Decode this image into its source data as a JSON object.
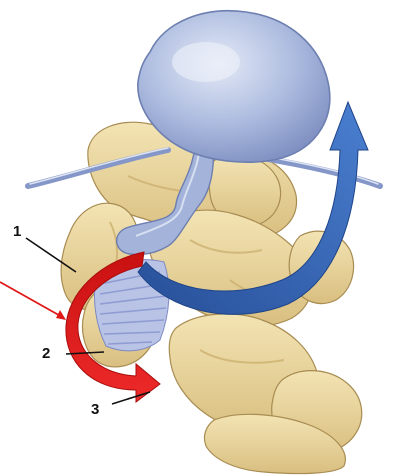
{
  "labels": {
    "one": "1",
    "two": "2",
    "three": "3"
  },
  "colors": {
    "bone_fill": "#ecd9a0",
    "bone_shadow": "#c9ac6a",
    "bone_outline": "#a88c52",
    "cyst_fill": "#aebde0",
    "cyst_highlight": "#dde4f3",
    "cyst_outline": "#6d7fb0",
    "ligament_fill": "#b8c3e6",
    "ligament_stripe": "#8b98cf",
    "arrow_red": "#e01818",
    "arrow_blue": "#2f63b8",
    "leader_black": "#111111",
    "pointer_red": "#e01818"
  },
  "icons": {
    "curved_red_arrow": "curved-red-arrow",
    "curved_blue_arrow": "curved-blue-arrow"
  }
}
